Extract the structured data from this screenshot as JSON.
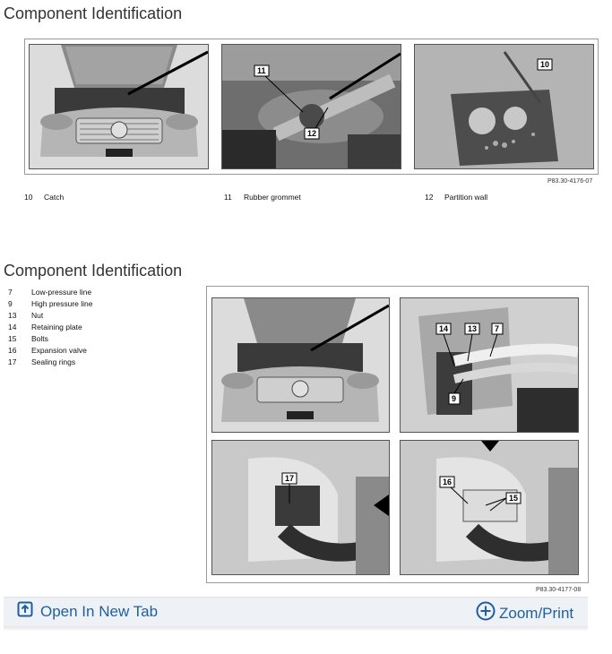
{
  "section1": {
    "title": "Component Identification",
    "figure_code": "P83.30-4176-07",
    "callouts": [
      "10",
      "11",
      "12"
    ],
    "legend": [
      {
        "num": "10",
        "label": "Catch"
      },
      {
        "num": "11",
        "label": "Rubber grommet"
      },
      {
        "num": "12",
        "label": "Partition wall"
      }
    ]
  },
  "section2": {
    "title": "Component Identification",
    "figure_code": "P83.30-4177-08",
    "callouts": [
      "14",
      "13",
      "7",
      "9",
      "17",
      "16",
      "15"
    ],
    "legend": [
      {
        "num": "7",
        "label": "Low-pressure line"
      },
      {
        "num": "9",
        "label": "High pressure line"
      },
      {
        "num": "13",
        "label": "Nut"
      },
      {
        "num": "14",
        "label": "Retaining plate"
      },
      {
        "num": "15",
        "label": "Bolts"
      },
      {
        "num": "16",
        "label": "Expansion valve"
      },
      {
        "num": "17",
        "label": "Sealing rings"
      }
    ]
  },
  "actions": {
    "open_new_tab": "Open In New Tab",
    "zoom_print": "Zoom/Print"
  },
  "colors": {
    "link": "#1f5f9e"
  },
  "icons": {
    "open_tab": "open-in-new-tab-icon",
    "zoom": "zoom-plus-icon"
  }
}
